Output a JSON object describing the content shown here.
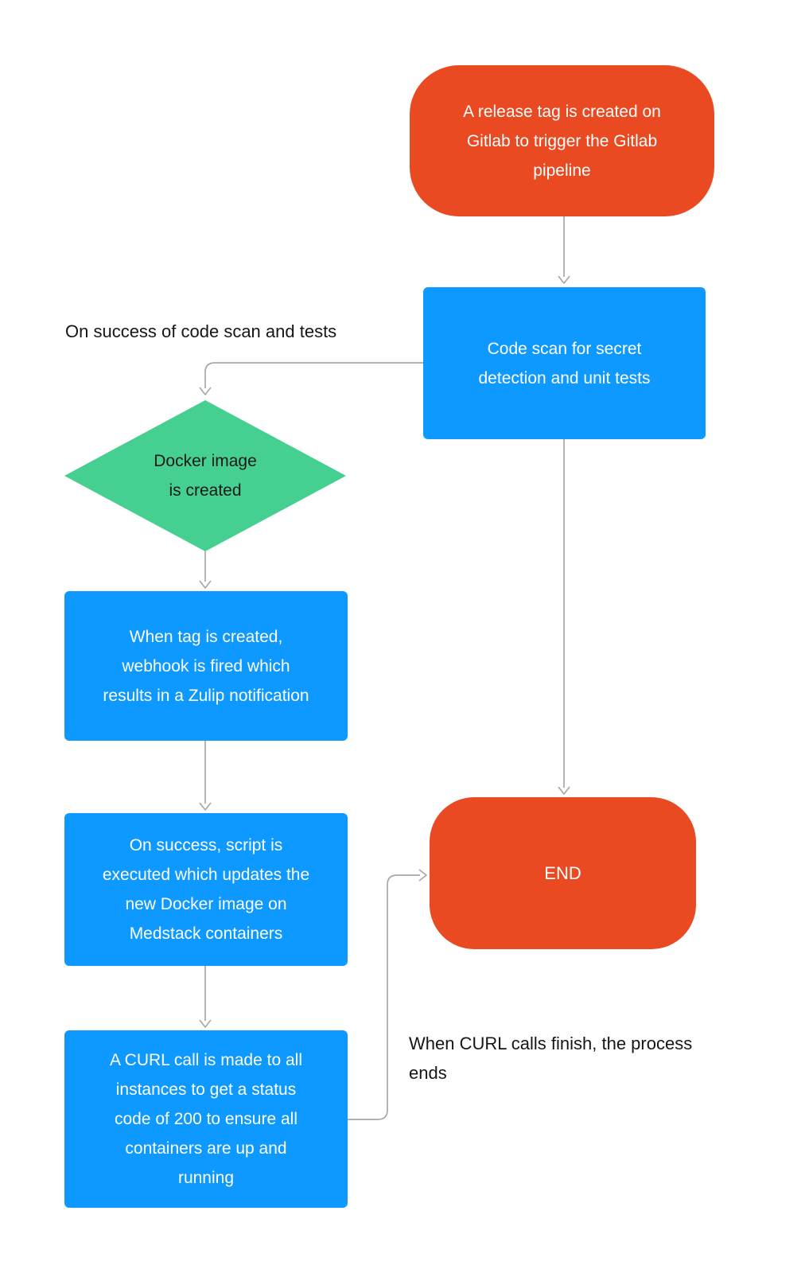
{
  "diagram": {
    "kind": "flowchart",
    "colors": {
      "terminator_fill": "#ea4a21",
      "process_fill": "#0d99ff",
      "decision_fill": "#45cf90",
      "connector_stroke": "#a8a8a8",
      "node_text": "#ffffff",
      "decision_text": "#1a1a1a",
      "note_text": "#161616",
      "background": "#ffffff"
    },
    "nodes": {
      "start": {
        "type": "terminator",
        "label": "A release tag is created on\nGitlab to trigger the Gitlab\npipeline"
      },
      "code_scan": {
        "type": "process",
        "label": "Code scan for secret\ndetection and unit tests"
      },
      "docker_decision": {
        "type": "decision",
        "label": "Docker image\nis created"
      },
      "webhook": {
        "type": "process",
        "label": "When tag is created,\nwebhook is fired which\nresults in a Zulip notification"
      },
      "script": {
        "type": "process",
        "label": "On success, script is\nexecuted which updates the\nnew Docker image on\nMedstack containers"
      },
      "curl": {
        "type": "process",
        "label": "A CURL call is made to all\ninstances to get a status\ncode of 200 to ensure all\ncontainers are up and\nrunning"
      },
      "end": {
        "type": "terminator",
        "label": "END"
      }
    },
    "annotations": {
      "code_scan_success": "On success of code scan and tests",
      "curl_finish": "When CURL calls finish, the process\nends"
    },
    "edges": [
      {
        "from": "start",
        "to": "code_scan"
      },
      {
        "from": "code_scan",
        "to": "docker_decision",
        "note": "On success of code scan and tests"
      },
      {
        "from": "docker_decision",
        "to": "webhook"
      },
      {
        "from": "webhook",
        "to": "script"
      },
      {
        "from": "script",
        "to": "curl"
      },
      {
        "from": "curl",
        "to": "end",
        "note": "When CURL calls finish, the process ends"
      },
      {
        "from": "code_scan",
        "to": "end"
      }
    ]
  }
}
